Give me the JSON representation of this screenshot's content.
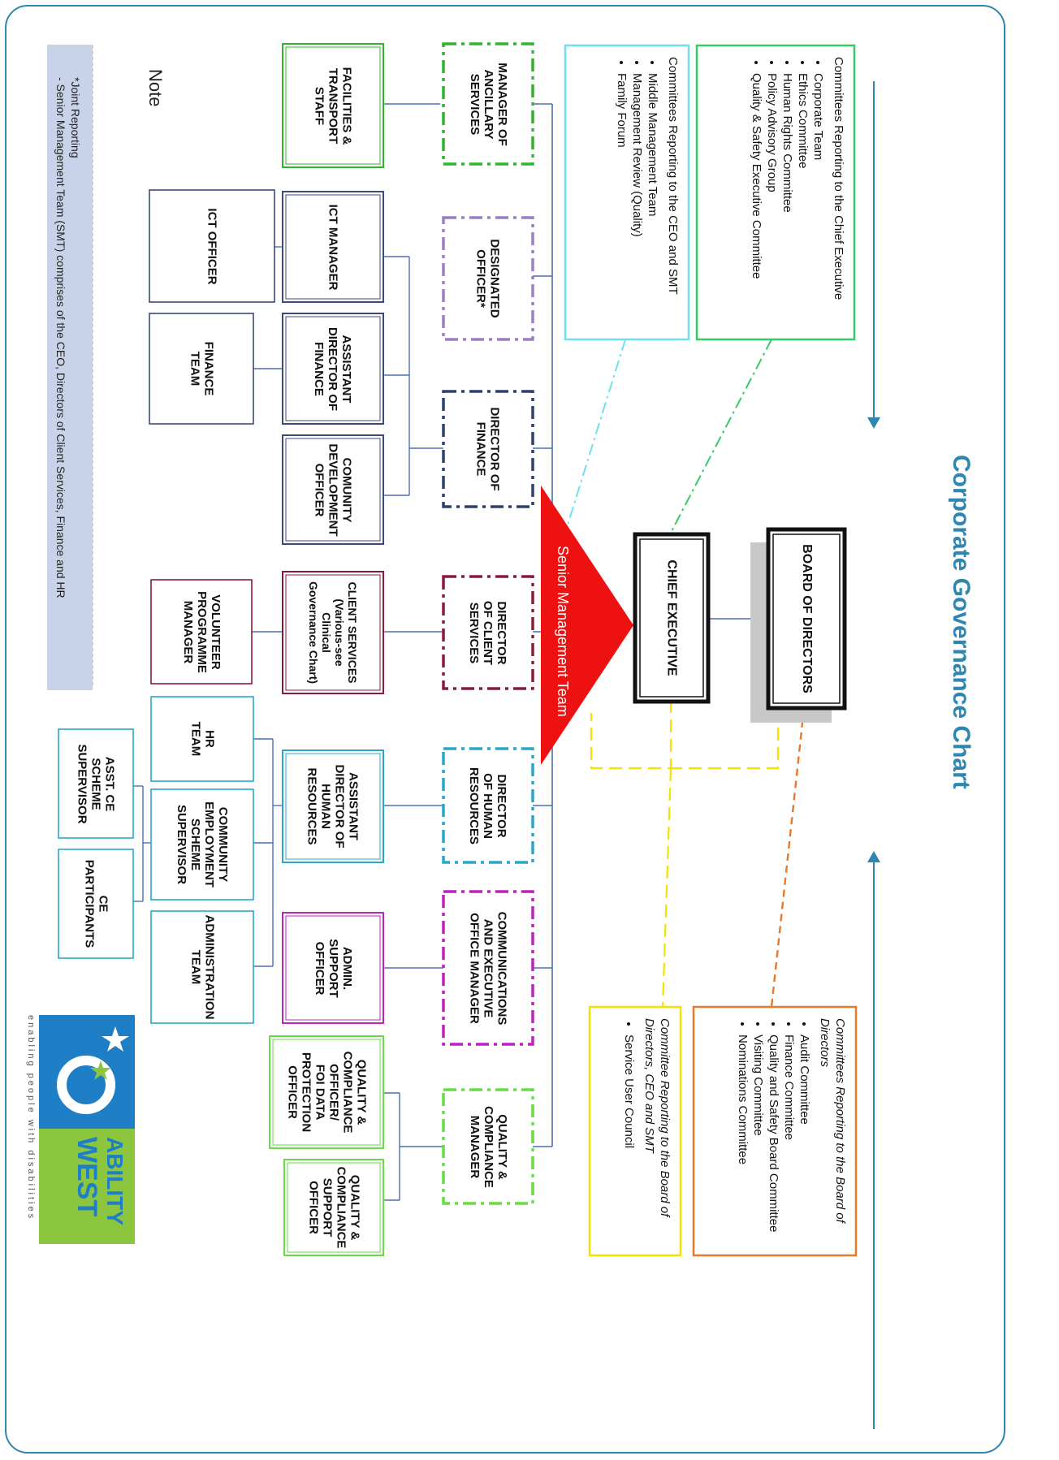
{
  "title": "Corporate Governance Chart",
  "smt_label": "Senior Management Team",
  "board": "BOARD OF DIRECTORS",
  "ceo": "CHIEF EXECUTIVE",
  "directors": [
    {
      "id": "anc",
      "lines": [
        "MANAGER OF",
        "ANCILLARY",
        "SERVICES"
      ],
      "color": "#2db52d"
    },
    {
      "id": "des",
      "lines": [
        "DESIGNATED",
        "OFFICER*"
      ],
      "color": "#9b7fc0"
    },
    {
      "id": "fin",
      "lines": [
        "DIRECTOR OF",
        "FINANCE"
      ],
      "color": "#2f3f6e"
    },
    {
      "id": "cli",
      "lines": [
        "DIRECTOR",
        "OF CLIENT",
        "SERVICES"
      ],
      "color": "#8b1a3a"
    },
    {
      "id": "hr",
      "lines": [
        "DIRECTOR",
        "OF HUMAN",
        "RESOURCES"
      ],
      "color": "#28a8c8"
    },
    {
      "id": "com",
      "lines": [
        "COMMUNICATIONS",
        "AND EXECUTIVE",
        "OFFICE MANAGER"
      ],
      "color": "#c020c0"
    },
    {
      "id": "qc",
      "lines": [
        "QUALITY &",
        "COMPLIANCE",
        "MANAGER"
      ],
      "color": "#66dd44"
    }
  ],
  "level2": [
    {
      "id": "fac",
      "lines": [
        "FACILITIES &",
        "TRANSPORT",
        "STAFF"
      ],
      "color": "#2db52d"
    },
    {
      "id": "ictm",
      "lines": [
        "ICT MANAGER"
      ],
      "color": "#3b4a7a"
    },
    {
      "id": "adf",
      "lines": [
        "ASSISTANT",
        "DIRECTOR OF",
        "FINANCE"
      ],
      "color": "#3b4a7a"
    },
    {
      "id": "cdo",
      "lines": [
        "COMUNITY",
        "DEVELOPMENT",
        "OFFICER"
      ],
      "color": "#3b4a7a"
    },
    {
      "id": "cs",
      "lines": [
        "CLIENT SERVICES",
        "(Various-see",
        "Clinical",
        "Governance Chart)"
      ],
      "color": "#8b1a3a"
    },
    {
      "id": "adhr",
      "lines": [
        "ASSISTANT",
        "DIRECTOR OF",
        "HUMAN",
        "RESOURCES"
      ],
      "color": "#28a8c8"
    },
    {
      "id": "adm",
      "lines": [
        "ADMIN.",
        "SUPPORT",
        "OFFICER"
      ],
      "color": "#c020c0"
    },
    {
      "id": "qco",
      "lines": [
        "QUALITY &",
        "COMPLIANCE",
        "OFFICER/",
        "FOI DATA",
        "PROTECTION",
        "OFFICER"
      ],
      "color": "#66dd44"
    },
    {
      "id": "qcs",
      "lines": [
        "QUALITY &",
        "COMPLIANCE",
        "SUPPORT",
        "OFFICER"
      ],
      "color": "#66dd44"
    }
  ],
  "level3": [
    {
      "id": "icto",
      "lines": [
        "ICT OFFICER"
      ],
      "color": "#3b4a7a"
    },
    {
      "id": "fint",
      "lines": [
        "FINANCE",
        "TEAM"
      ],
      "color": "#3b4a7a"
    },
    {
      "id": "vol",
      "lines": [
        "VOLUNTEER",
        "PROGRAMME",
        "MANAGER"
      ],
      "color": "#8b1a3a"
    },
    {
      "id": "hrt",
      "lines": [
        "HR",
        "TEAM"
      ],
      "color": "#28a8c8"
    },
    {
      "id": "cess",
      "lines": [
        "COMMUNITY",
        "EMPLOYMENT",
        "SCHEME",
        "SUPERVISOR"
      ],
      "color": "#28a8c8"
    },
    {
      "id": "admt",
      "lines": [
        "ADMINISTRATION",
        "TEAM"
      ],
      "color": "#28a8c8"
    },
    {
      "id": "asst",
      "lines": [
        "ASST. CE",
        "SCHEME",
        "SUPERVISOR"
      ],
      "color": "#28a8c8"
    },
    {
      "id": "cep",
      "lines": [
        "CE",
        "PARTICIPANTS"
      ],
      "color": "#28a8c8"
    }
  ],
  "committees": {
    "chief_exec": {
      "title": "Committees Reporting to the Chief Executive",
      "items": [
        "Corporate Team",
        "Ethics Committee",
        "Human Rights Committee",
        "Policy Advisory Group",
        "Quality & Safety Executive Committee"
      ],
      "color": "#33cc66"
    },
    "ceo_smt": {
      "title": "Committees Reporting to the CEO and SMT",
      "items": [
        "Middle Management Team",
        "Management Review (Quality)",
        "Family Forum"
      ],
      "color": "#6ee0ee"
    },
    "board": {
      "title": "Committees Reporting to the Board of Directors",
      "items": [
        "Audit Committee",
        "Finance Committee",
        "Quality and Safety Board Committee",
        "Visiting Committee",
        "Nominations Committee"
      ],
      "color": "#e8782a"
    },
    "board_ceo_smt": {
      "title": "Committee Reporting to the Board of Directors, CEO and SMT",
      "items": [
        "Service User Council"
      ],
      "color": "#f2e200"
    }
  },
  "note": {
    "heading": "Note",
    "lines": [
      "*Joint Reporting",
      "- Senior Management Team (SMT) comprises of the CEO, Directors of Client Services, Finance and HR"
    ]
  },
  "logo": {
    "brand_top": "ABILITY",
    "brand_bottom": "WEST",
    "tagline": "enabling people with disabilities",
    "blue": "#1f7fc6",
    "green": "#8cc63f"
  },
  "colors": {
    "accent": "#2f86b0",
    "smt_triangle": "#ee1111",
    "connector": "#4a6fb5"
  }
}
